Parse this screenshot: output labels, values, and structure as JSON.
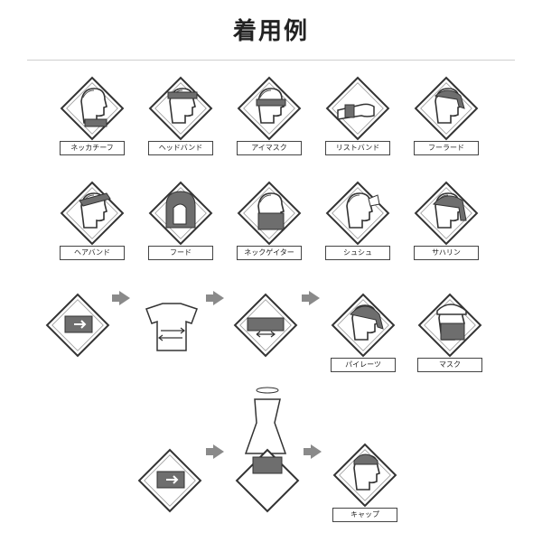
{
  "title": "着用例",
  "row1": [
    {
      "label": "ネッカチーフ"
    },
    {
      "label": "ヘッドバンド"
    },
    {
      "label": "アイマスク"
    },
    {
      "label": "リストバンド"
    },
    {
      "label": "フーラード"
    }
  ],
  "row2": [
    {
      "label": "ヘアバンド"
    },
    {
      "label": "フード"
    },
    {
      "label": "ネックゲイター"
    },
    {
      "label": "シュシュ"
    },
    {
      "label": "サハリン"
    }
  ],
  "row3": [
    {
      "label": "パイレーツ"
    },
    {
      "label": "マスク"
    }
  ],
  "row4": [
    {
      "label": "キャップ"
    }
  ],
  "colors": {
    "band": "#6e6e6e",
    "line": "#333333",
    "arrow": "#8a8a8a"
  }
}
